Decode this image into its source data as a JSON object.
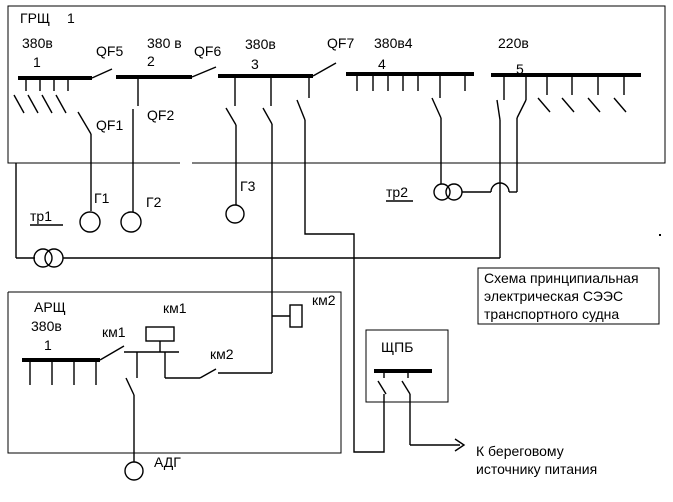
{
  "main_board": {
    "title": "ГРЩ",
    "number": "1"
  },
  "buses": [
    {
      "voltage": "380в",
      "number": "1"
    },
    {
      "voltage": "380 в",
      "number": "2"
    },
    {
      "voltage": "380в",
      "number": "3"
    },
    {
      "voltage": "380в4",
      "number": "4"
    },
    {
      "voltage": "220в",
      "number": "5"
    }
  ],
  "breakers": {
    "qf5": "QF5",
    "qf6": "QF6",
    "qf7": "QF7",
    "qf1": "QF1",
    "qf2": "QF2"
  },
  "generators": {
    "g1": "Г1",
    "g2": "Г2",
    "g3": "Г3"
  },
  "transformers": {
    "tr1": "тр1",
    "tr2": "тр2"
  },
  "emergency_board": {
    "title": "АРЩ",
    "voltage": "380в",
    "number": "1",
    "km1_left": "км1",
    "km1_contactor": "км1",
    "km2_line": "км2",
    "km2_coil": "км2",
    "diesel_generator": "АДГ"
  },
  "shore_board": {
    "title": "ЩПБ"
  },
  "shore_label": {
    "line1": "К береговому",
    "line2": "источнику питания"
  },
  "caption": {
    "line1": "Схема принципиальная",
    "line2": "электрическая СЭЭС",
    "line3": "транспортного судна"
  }
}
